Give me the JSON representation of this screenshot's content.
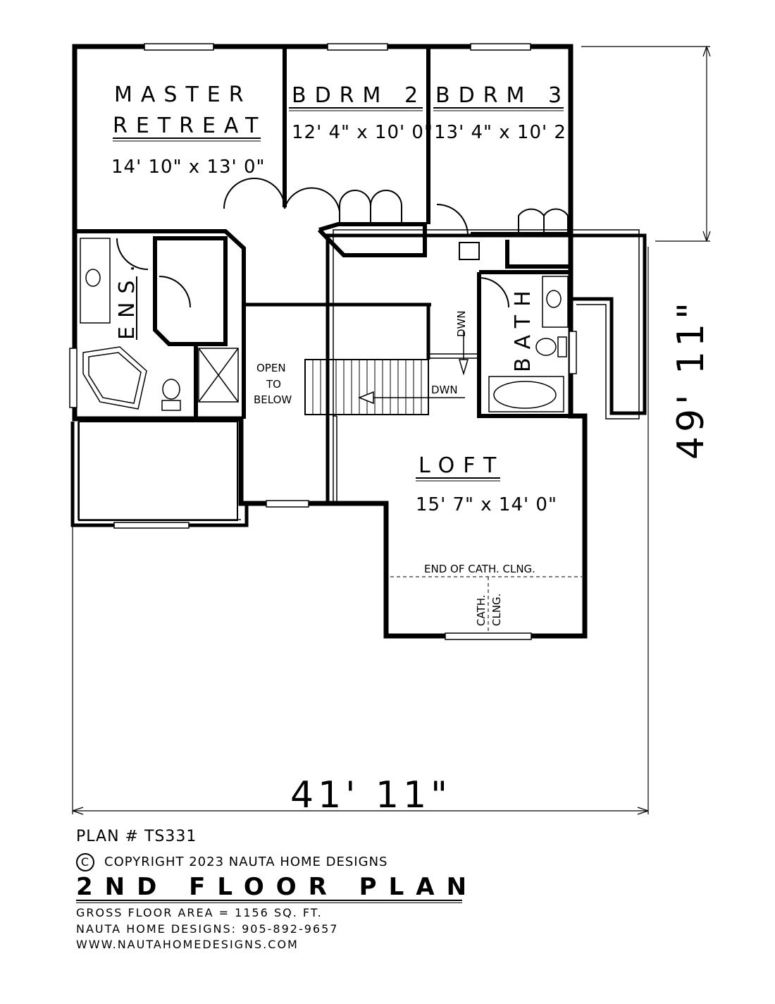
{
  "rooms": {
    "master_name_1": "MASTER",
    "master_name_2": "RETREAT",
    "master_dims": "14' 10\" x 13' 0\"",
    "bdrm2_name": "BDRM 2",
    "bdrm2_dims": "12' 4\" x 10' 0\"",
    "bdrm3_name": "BDRM 3",
    "bdrm3_dims": "13' 4\" x 10' 2\"",
    "ens_name": "ENS.",
    "bath_name": "BATH",
    "loft_name": "LOFT",
    "loft_dims": "15' 7\" x 14' 0\""
  },
  "annotations": {
    "open_1": "OPEN",
    "open_2": "TO",
    "open_3": "BELOW",
    "stair_dwn_upper": "DWN",
    "stair_dwn_lower": "DWN",
    "end_of_cath": "END OF CATH. CLNG.",
    "cath_1": "CATH.",
    "cath_2": "CLNG."
  },
  "dimensions": {
    "overall_width": "41' 11\"",
    "overall_depth": "49' 11\""
  },
  "legend": {
    "plan_number": "PLAN # TS331",
    "copyright_symbol": "C",
    "copyright": "COPYRIGHT 2023 NAUTA HOME DESIGNS",
    "title": "2ND FLOOR PLAN",
    "gross_area": "GROSS  FLOOR AREA   =   1156   SQ. FT.",
    "phone": "NAUTA HOME DESIGNS:  905-892-9657",
    "website": "WWW.NAUTAHOMEDESIGNS.COM"
  }
}
